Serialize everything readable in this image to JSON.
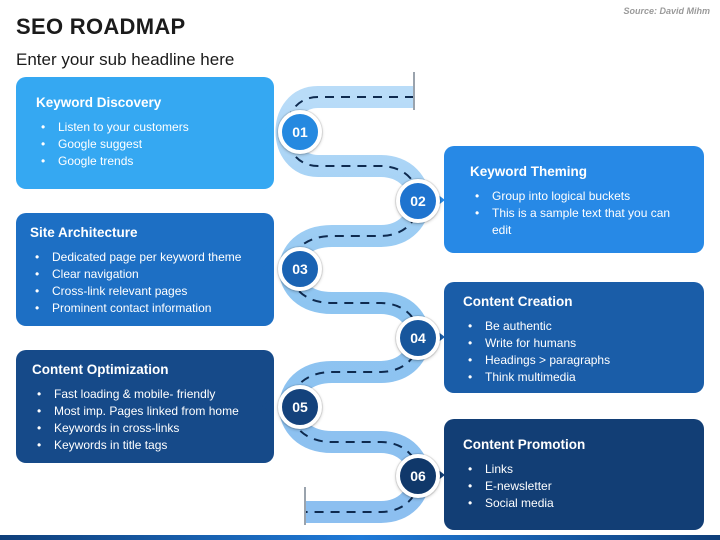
{
  "header": {
    "title": "SEO ROADMAP",
    "subtitle": "Enter your sub headline here",
    "source": "Source: David Mihm"
  },
  "steps": [
    {
      "number": "01",
      "title": "Keyword Discovery",
      "color": "#35a8f2",
      "items": [
        "Listen to your customers",
        "Google suggest",
        "Google trends"
      ]
    },
    {
      "number": "02",
      "title": "Keyword Theming",
      "color": "#2789e6",
      "items": [
        "Group into logical buckets",
        "This is a sample text that you can edit"
      ]
    },
    {
      "number": "03",
      "title": "Site Architecture",
      "color": "#1d6fc4",
      "items": [
        "Dedicated page per keyword theme",
        "Clear navigation",
        "Cross-link relevant pages",
        "Prominent contact information"
      ]
    },
    {
      "number": "04",
      "title": "Content Creation",
      "color": "#1a5da8",
      "items": [
        "Be authentic",
        "Write for humans",
        "Headings > paragraphs",
        "Think multimedia"
      ]
    },
    {
      "number": "05",
      "title": "Content Optimization",
      "color": "#164a89",
      "items": [
        "Fast loading & mobile- friendly",
        "Most imp. Pages linked from home",
        "Keywords in cross-links",
        "Keywords in title tags"
      ]
    },
    {
      "number": "06",
      "title": "Content Promotion",
      "color": "#123e75",
      "items": [
        "Links",
        "E-newsletter",
        "Social media"
      ]
    }
  ]
}
